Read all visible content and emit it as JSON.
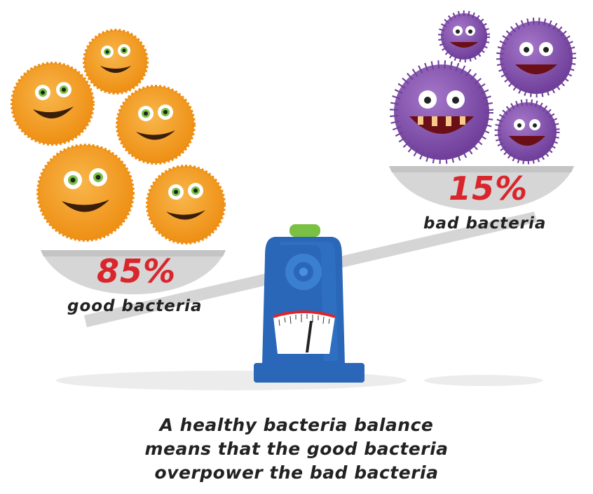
{
  "good": {
    "percent": "85%",
    "label": "good bacteria",
    "color": "#f4a11e"
  },
  "bad": {
    "percent": "15%",
    "label": "bad bacteria",
    "color": "#8e56b5"
  },
  "caption": {
    "line1": "A healthy bacteria balance",
    "line2": "means that the good bacteria",
    "line3": "overpower the bad bacteria"
  },
  "scale": {
    "body_color": "#2a67b8",
    "knob_color": "#7ac143",
    "dial_accent": "#d9262c"
  }
}
